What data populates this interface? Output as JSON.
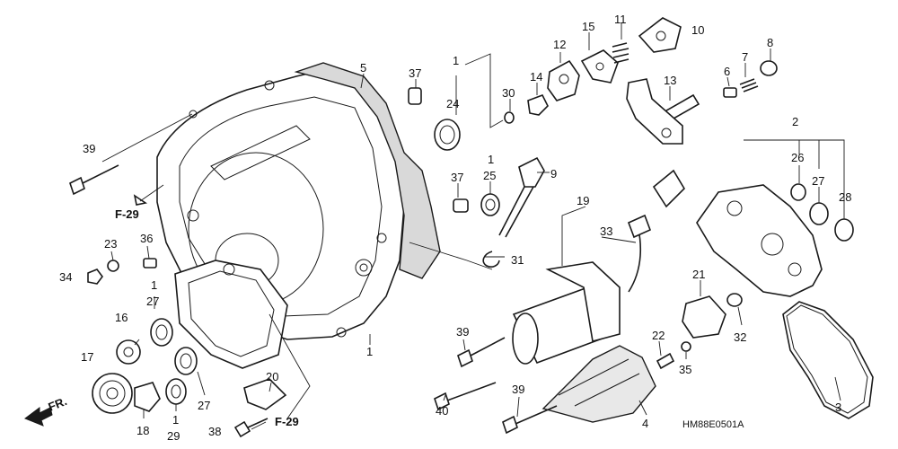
{
  "labels": [
    {
      "text": "5"
    },
    {
      "text": "37"
    },
    {
      "text": "1"
    },
    {
      "text": "24"
    },
    {
      "text": "30"
    },
    {
      "text": "14"
    },
    {
      "text": "12"
    },
    {
      "text": "15"
    },
    {
      "text": "11"
    },
    {
      "text": "10"
    },
    {
      "text": "8"
    },
    {
      "text": "7"
    },
    {
      "text": "6"
    },
    {
      "text": "13"
    },
    {
      "text": "2"
    },
    {
      "text": "26"
    },
    {
      "text": "27"
    },
    {
      "text": "28"
    },
    {
      "text": "39"
    },
    {
      "text": "37"
    },
    {
      "text": "1"
    },
    {
      "text": "25"
    },
    {
      "text": "9"
    },
    {
      "text": "19"
    },
    {
      "text": "33"
    },
    {
      "text": "31"
    },
    {
      "text": "23"
    },
    {
      "text": "36"
    },
    {
      "text": "34"
    },
    {
      "text": "1"
    },
    {
      "text": "27"
    },
    {
      "text": "16"
    },
    {
      "text": "17"
    },
    {
      "text": "18"
    },
    {
      "text": "1"
    },
    {
      "text": "29"
    },
    {
      "text": "27"
    },
    {
      "text": "20"
    },
    {
      "text": "38"
    },
    {
      "text": "1"
    },
    {
      "text": "39"
    },
    {
      "text": "40"
    },
    {
      "text": "39"
    },
    {
      "text": "4"
    },
    {
      "text": "21"
    },
    {
      "text": "22"
    },
    {
      "text": "35"
    },
    {
      "text": "32"
    },
    {
      "text": "3"
    }
  ],
  "refs": {
    "f29_top": "F-29",
    "f29_bottom": "F-29",
    "front": "FR."
  },
  "diagram_code": "HM88E0501A"
}
